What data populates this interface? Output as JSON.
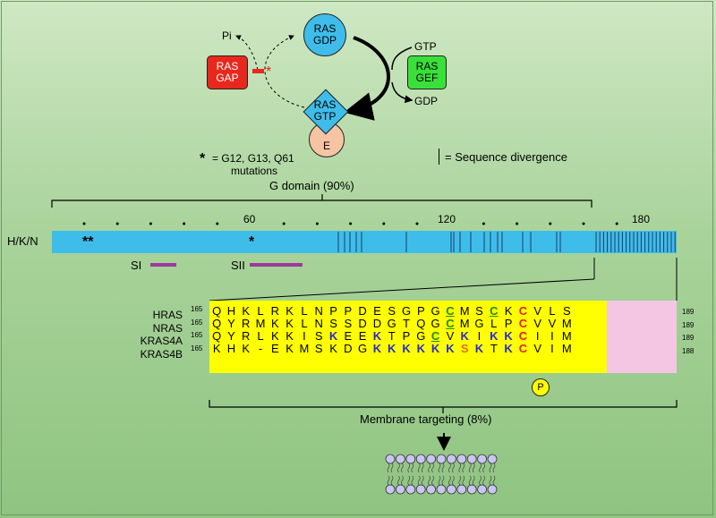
{
  "cycle": {
    "ras_gdp": [
      "RAS",
      "GDP"
    ],
    "ras_gtp": [
      "RAS",
      "GTP"
    ],
    "ras_gap": [
      "RAS",
      "GAP"
    ],
    "ras_gef": [
      "RAS",
      "GEF"
    ],
    "effector": "E",
    "pi": "Pi",
    "gtp": "GTP",
    "gdp": "GDP",
    "mutation_star": "*",
    "colors": {
      "ras": "#3fbdea",
      "gap": "#e8281c",
      "gef": "#3ae03a",
      "effector": "#f6c4a2"
    }
  },
  "legend": {
    "star": "*",
    "mutations_line1": "= G12, G13, Q61",
    "mutations_line2": "mutations",
    "divergence": "= Sequence divergence"
  },
  "domain": {
    "g_domain_label": "G domain (90%)",
    "isoform_label": "H/K/N",
    "tick_60": "60",
    "tick_120": "120",
    "tick_180": "180",
    "stars_12_13": "**",
    "star_61": "*",
    "switch1": "SI",
    "switch2": "SII",
    "bar_color": "#3fbdea",
    "switch_color": "#9b3a9b"
  },
  "alignment": {
    "rows": [
      {
        "name": "HRAS",
        "start": "165",
        "end": "189",
        "residues": [
          "Q",
          "H",
          "K",
          "L",
          "R",
          "K",
          "L",
          "N",
          "P",
          "P",
          "D",
          "E",
          "S",
          "G",
          "P",
          "G",
          "C",
          "M",
          "S",
          "C",
          "K",
          "C",
          "V",
          "L",
          "S"
        ]
      },
      {
        "name": "NRAS",
        "start": "165",
        "end": "189",
        "residues": [
          "Q",
          "Y",
          "R",
          "M",
          "K",
          "K",
          "L",
          "N",
          "S",
          "S",
          "D",
          "D",
          "G",
          "T",
          "Q",
          "G",
          "C",
          "M",
          "G",
          "L",
          "P",
          "C",
          "V",
          "V",
          "M"
        ]
      },
      {
        "name": "KRAS4A",
        "start": "165",
        "end": "189",
        "residues": [
          "Q",
          "Y",
          "R",
          "L",
          "K",
          "K",
          "I",
          "S",
          "K",
          "E",
          "E",
          "K",
          "T",
          "P",
          "G",
          "C",
          "V",
          "K",
          "I",
          "K",
          "K",
          "C",
          "I",
          "I",
          "M"
        ]
      },
      {
        "name": "KRAS4B",
        "start": "165",
        "end": "188",
        "residues": [
          "K",
          "H",
          "K",
          "-",
          "E",
          "K",
          "M",
          "S",
          "K",
          "D",
          "G",
          "K",
          "K",
          "K",
          "K",
          "K",
          "K",
          "S",
          "K",
          "T",
          "K",
          "C",
          "V",
          "I",
          "M"
        ]
      }
    ],
    "phospho": "P",
    "membrane_label": "Membrane targeting (8%)",
    "colors": {
      "main": "#ffff00",
      "caax": "#f4c6e4",
      "lys": "#2a2ad0",
      "cys_palm": "#1e8a1e",
      "cys_caax": "#e02020",
      "ser": "#e07020",
      "phospho": "#ffff00"
    }
  }
}
